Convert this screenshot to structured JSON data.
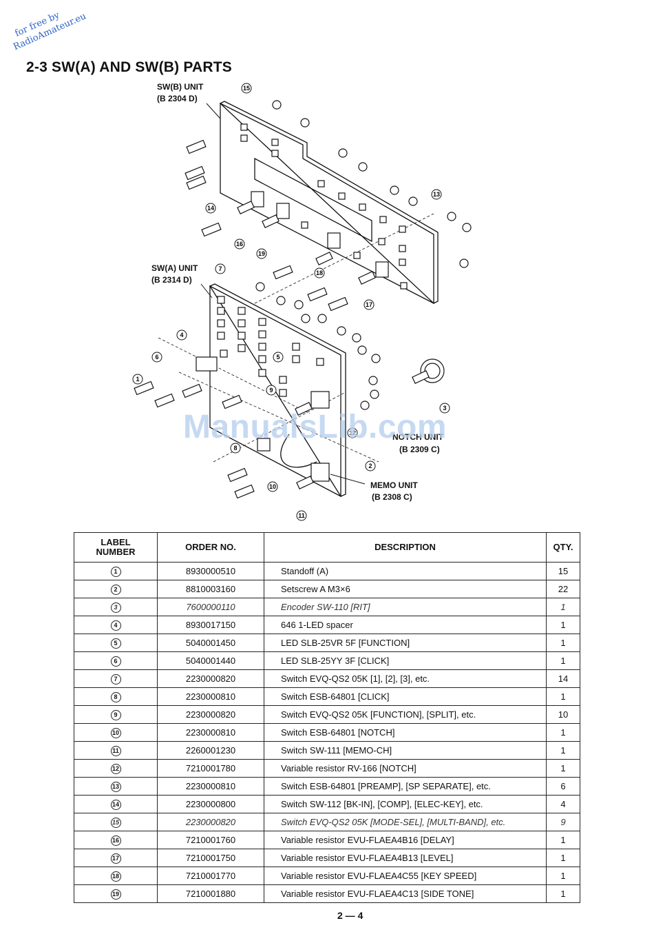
{
  "watermark": {
    "line1": "for free by",
    "line2": "RadioAmateur.eu"
  },
  "heading": "2-3  SW(A) AND SW(B) PARTS",
  "overlay_logo": "ManualsLib.com",
  "diagram": {
    "swb_unit": {
      "name": "SW(B) UNIT",
      "code": "(B  2304  D)"
    },
    "swa_unit": {
      "name": "SW(A) UNIT",
      "code": "(B  2314  D)"
    },
    "notch_unit": {
      "name": "NOTCH UNIT",
      "code": "(B  2309  C)"
    },
    "memo_unit": {
      "name": "MEMO UNIT",
      "code": "(B  2308  C)"
    },
    "callouts": [
      "1",
      "2",
      "3",
      "4",
      "5",
      "6",
      "7",
      "8",
      "9",
      "10",
      "11",
      "12",
      "13",
      "14",
      "15",
      "16",
      "17",
      "18",
      "19"
    ]
  },
  "table": {
    "headers": {
      "label_l1": "LABEL",
      "label_l2": "NUMBER",
      "order": "ORDER NO.",
      "desc": "DESCRIPTION",
      "qty": "QTY."
    },
    "rows": [
      {
        "label": "1",
        "order": "8930000510",
        "desc": "Standoff (A)",
        "qty": "15"
      },
      {
        "label": "2",
        "order": "8810003160",
        "desc": "Setscrew A M3×6",
        "qty": "22"
      },
      {
        "label": "3",
        "order": "7600000110",
        "desc": "Encoder SW-110 [RIT]",
        "qty": "1"
      },
      {
        "label": "4",
        "order": "8930017150",
        "desc": "646 1-LED spacer",
        "qty": "1"
      },
      {
        "label": "5",
        "order": "5040001450",
        "desc": "LED SLB-25VR 5F [FUNCTION]",
        "qty": "1"
      },
      {
        "label": "6",
        "order": "5040001440",
        "desc": "LED SLB-25YY 3F [CLICK]",
        "qty": "1"
      },
      {
        "label": "7",
        "order": "2230000820",
        "desc": "Switch EVQ-QS2 05K [1], [2], [3], etc.",
        "qty": "14"
      },
      {
        "label": "8",
        "order": "2230000810",
        "desc": "Switch ESB-64801 [CLICK]",
        "qty": "1"
      },
      {
        "label": "9",
        "order": "2230000820",
        "desc": "Switch EVQ-QS2 05K [FUNCTION], [SPLIT], etc.",
        "qty": "10"
      },
      {
        "label": "10",
        "order": "2230000810",
        "desc": "Switch ESB-64801 [NOTCH]",
        "qty": "1"
      },
      {
        "label": "11",
        "order": "2260001230",
        "desc": "Switch SW-111 [MEMO-CH]",
        "qty": "1"
      },
      {
        "label": "12",
        "order": "7210001780",
        "desc": "Variable resistor RV-166 [NOTCH]",
        "qty": "1"
      },
      {
        "label": "13",
        "order": "2230000810",
        "desc": "Switch ESB-64801 [PREAMP], [SP SEPARATE], etc.",
        "qty": "6"
      },
      {
        "label": "14",
        "order": "2230000800",
        "desc": "Switch SW-112 [BK-IN], [COMP], [ELEC-KEY], etc.",
        "qty": "4"
      },
      {
        "label": "15",
        "order": "2230000820",
        "desc": "Switch EVQ-QS2 05K [MODE-SEL], [MULTI-BAND], etc.",
        "qty": "9"
      },
      {
        "label": "16",
        "order": "7210001760",
        "desc": "Variable resistor EVU-FLAEA4B16 [DELAY]",
        "qty": "1"
      },
      {
        "label": "17",
        "order": "7210001750",
        "desc": "Variable resistor EVU-FLAEA4B13 [LEVEL]",
        "qty": "1"
      },
      {
        "label": "18",
        "order": "7210001770",
        "desc": "Variable resistor EVU-FLAEA4C55 [KEY SPEED]",
        "qty": "1"
      },
      {
        "label": "19",
        "order": "7210001880",
        "desc": "Variable resistor EVU-FLAEA4C13 [SIDE TONE]",
        "qty": "1"
      }
    ]
  },
  "page_number": "2 — 4"
}
